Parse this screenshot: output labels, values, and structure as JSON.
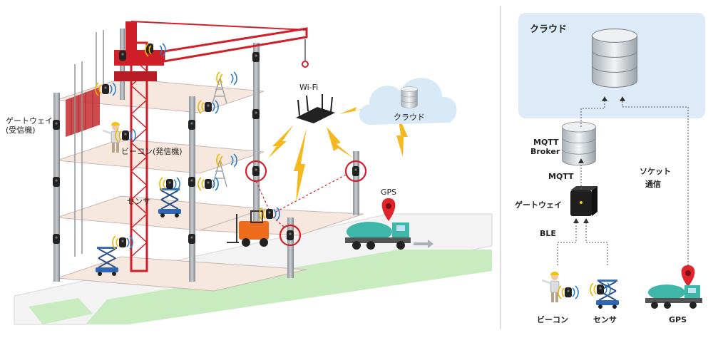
{
  "left": {
    "wifi_label": "Wi-Fi",
    "cloud_label": "クラウド",
    "gateway_label_line1": "ゲートウェイ",
    "gateway_label_line2": "(受信機)",
    "beacon_label": "ビーコン(発信機)",
    "sensor_label": "センサ",
    "gps_label": "GPS"
  },
  "right": {
    "cloud_title": "クラウド",
    "mqtt_broker_line1": "MQTT",
    "mqtt_broker_line2": "Broker",
    "mqtt_label": "MQTT",
    "socket_line1": "ソケット",
    "socket_line2": "通信",
    "gateway_label": "ゲートウェイ",
    "ble_label": "BLE",
    "beacon_label": "ビーコン",
    "sensor_label": "センサ",
    "gps_label": "GPS"
  },
  "colors": {
    "cloud_panel": "#dcebf7",
    "floor": "#f6e7df",
    "crane": "#d11f2a",
    "lightning": "#f5b81e",
    "gps_pin": "#e0242c",
    "ground_green": "#c9ebc0"
  }
}
